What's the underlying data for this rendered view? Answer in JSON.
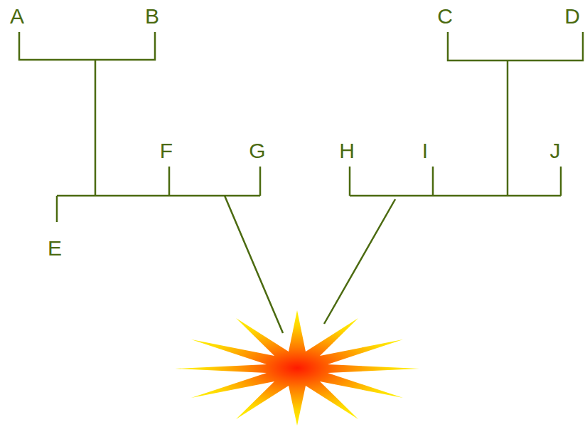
{
  "diagram": {
    "labels": [
      "A",
      "B",
      "C",
      "D",
      "F",
      "G",
      "H",
      "I",
      "J",
      "E"
    ]
  }
}
